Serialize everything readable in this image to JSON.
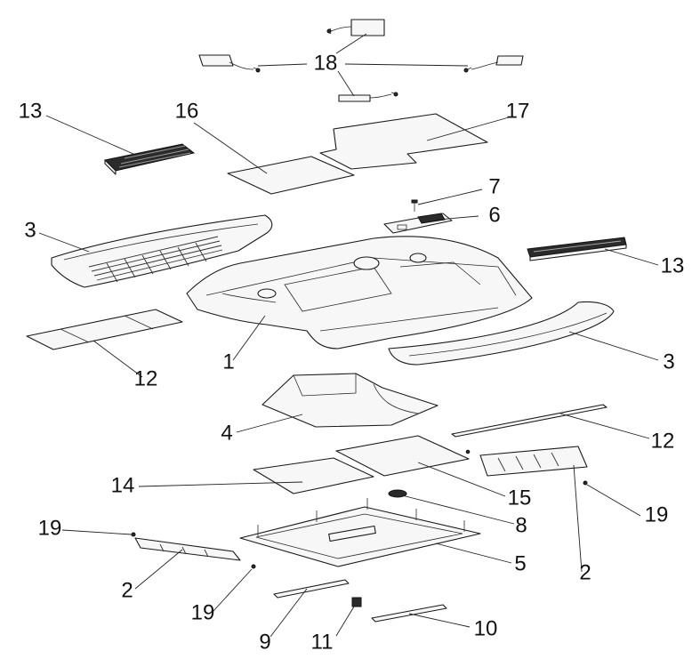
{
  "callouts": [
    {
      "key": "c18",
      "text": "18"
    },
    {
      "key": "c13a",
      "text": "13"
    },
    {
      "key": "c16",
      "text": "16"
    },
    {
      "key": "c17",
      "text": "17"
    },
    {
      "key": "c7",
      "text": "7"
    },
    {
      "key": "c6",
      "text": "6"
    },
    {
      "key": "c3a",
      "text": "3"
    },
    {
      "key": "c13b",
      "text": "13"
    },
    {
      "key": "c1",
      "text": "1"
    },
    {
      "key": "c3b",
      "text": "3"
    },
    {
      "key": "c12a",
      "text": "12"
    },
    {
      "key": "c4",
      "text": "4"
    },
    {
      "key": "c12b",
      "text": "12"
    },
    {
      "key": "c14",
      "text": "14"
    },
    {
      "key": "c15",
      "text": "15"
    },
    {
      "key": "c19a",
      "text": "19"
    },
    {
      "key": "c8",
      "text": "8"
    },
    {
      "key": "c19b",
      "text": "19"
    },
    {
      "key": "c5",
      "text": "5"
    },
    {
      "key": "c2a",
      "text": "2"
    },
    {
      "key": "c2b",
      "text": "2"
    },
    {
      "key": "c19c",
      "text": "19"
    },
    {
      "key": "c9",
      "text": "9"
    },
    {
      "key": "c11",
      "text": "11"
    },
    {
      "key": "c10",
      "text": "10"
    }
  ]
}
